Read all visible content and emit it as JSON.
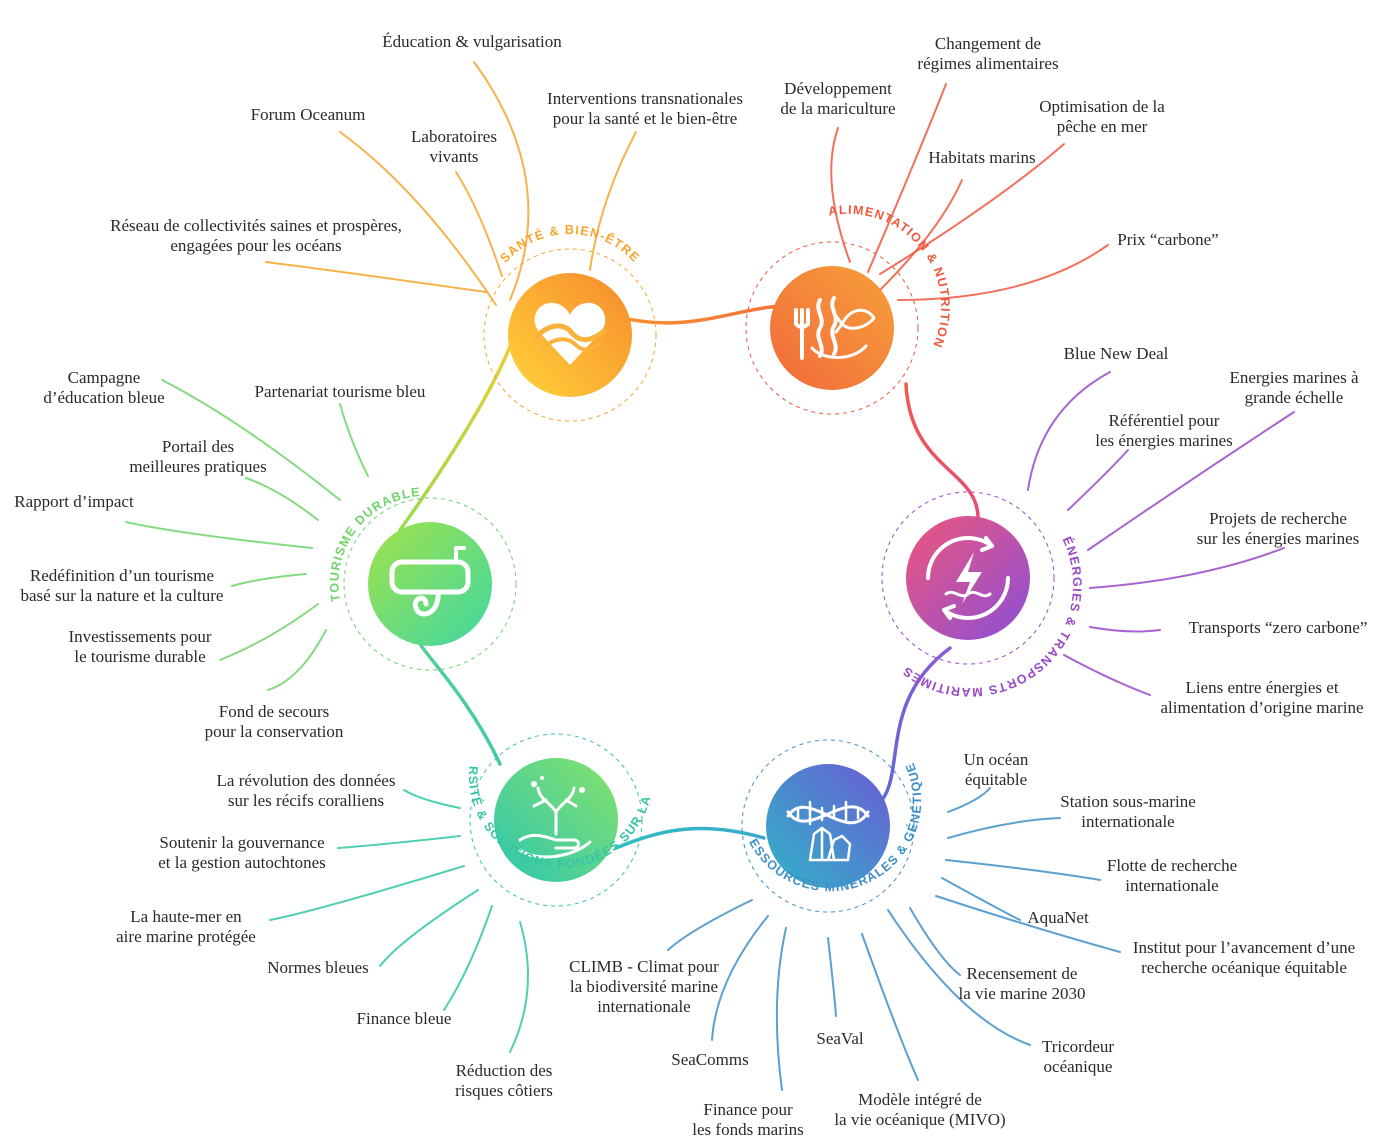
{
  "colors": {
    "sante": "#f7a42b",
    "alimentation": "#f0573e",
    "energies": "#9a48c8",
    "ressources": "#3e8fc9",
    "biodiversite": "#34c6a4",
    "tourisme": "#6fd36a"
  },
  "hubs": [
    {
      "id": "sante",
      "title": "SANTÉ & BIEN-ÊTRE",
      "icon": "heart-wave-icon"
    },
    {
      "id": "alimentation",
      "title": "ALIMENTATION & NUTRITION",
      "icon": "fork-seaweed-fish-icon"
    },
    {
      "id": "energies",
      "title": "ÉNERGIES & TRANSPORTS MARITIMES",
      "icon": "renewable-energy-icon"
    },
    {
      "id": "ressources",
      "title": "RESSOURCES MINÉRALES & GÉNÉTIQUES",
      "icon": "dna-crystal-icon"
    },
    {
      "id": "biodiversite",
      "title": "BIODIVERSITÉ & SOLUTIONS FONDÉES SUR LA NATURE",
      "icon": "coral-hand-icon"
    },
    {
      "id": "tourisme",
      "title": "TOURISME DURABLE",
      "icon": "snorkel-mask-icon"
    }
  ],
  "labels": {
    "sante": [
      [
        "Éducation & vulgarisation"
      ],
      [
        "Forum Oceanum"
      ],
      [
        "Interventions transnationales",
        "pour la santé et le bien-être"
      ],
      [
        "Laboratoires",
        "vivants"
      ],
      [
        "Réseau de collectivités saines et prospères,",
        "engagées pour les océans"
      ]
    ],
    "alimentation": [
      [
        "Changement de",
        "régimes alimentaires"
      ],
      [
        "Développement",
        "de la mariculture"
      ],
      [
        "Optimisation de la",
        "pêche en mer"
      ],
      [
        "Habitats marins"
      ],
      [
        "Prix “carbone”"
      ]
    ],
    "energies": [
      [
        "Blue New Deal"
      ],
      [
        "Energies marines à",
        "grande échelle"
      ],
      [
        "Référentiel pour",
        "les énergies marines"
      ],
      [
        "Projets de recherche",
        "sur les énergies marines"
      ],
      [
        "Transports “zero carbone”"
      ],
      [
        "Liens entre énergies et",
        "alimentation d’origine marine"
      ]
    ],
    "ressources": [
      [
        "Un océan",
        "équitable"
      ],
      [
        "Station sous-marine",
        "internationale"
      ],
      [
        "Flotte de recherche",
        "internationale"
      ],
      [
        "AquaNet"
      ],
      [
        "Institut pour l’avancement d’une",
        "recherche océanique équitable"
      ],
      [
        "Recensement de",
        "la vie marine 2030"
      ],
      [
        "Tricordeur",
        "océanique"
      ],
      [
        "CLIMB - Climat pour",
        "la biodiversité marine",
        "internationale"
      ],
      [
        "SeaVal"
      ],
      [
        "SeaComms"
      ],
      [
        "Modèle intégré de",
        "la vie océanique (MIVO)"
      ],
      [
        "Finance pour",
        "les fonds marins"
      ]
    ],
    "biodiversite": [
      [
        "La révolution des données",
        "sur les récifs coralliens"
      ],
      [
        "Soutenir la gouvernance",
        "et la gestion autochtones"
      ],
      [
        "La haute-mer en",
        "aire marine protégée"
      ],
      [
        "Normes bleues"
      ],
      [
        "Finance bleue"
      ],
      [
        "Réduction des",
        "risques côtiers"
      ]
    ],
    "tourisme": [
      [
        "Campagne",
        "d’éducation bleue"
      ],
      [
        "Partenariat tourisme bleu"
      ],
      [
        "Portail des",
        "meilleures pratiques"
      ],
      [
        "Rapport d’impact"
      ],
      [
        "Redéfinition d’un tourisme",
        "basé sur la nature et la culture"
      ],
      [
        "Investissements pour",
        "le tourisme durable"
      ],
      [
        "Fond de secours",
        "pour la conservation"
      ]
    ]
  }
}
